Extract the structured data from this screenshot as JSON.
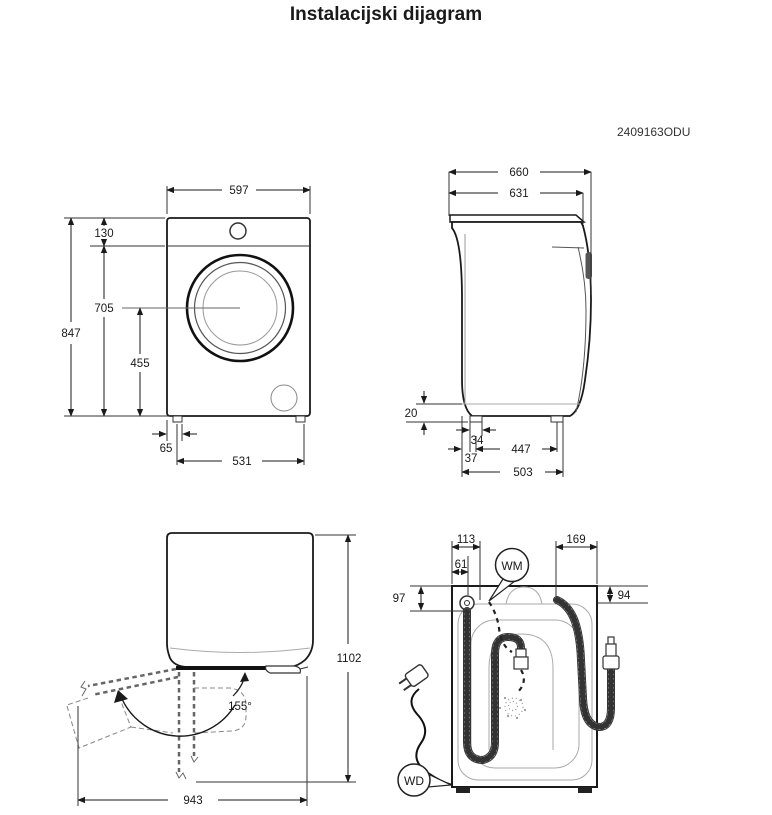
{
  "title": "Instalacijski dijagram",
  "document_code": "2409163ODU",
  "colors": {
    "title": "#101c54",
    "line": "#1a1a1a"
  },
  "front_view": {
    "dims": {
      "width": "597",
      "control_panel_height": "130",
      "door_center_height": "705",
      "total_height": "847",
      "door_bottom_height": "455",
      "foot_side_offset": "65",
      "feet_distance": "531"
    }
  },
  "side_view": {
    "dims": {
      "depth_with_door": "660",
      "depth_body": "631",
      "base_clearance": "20",
      "foot_width": "34",
      "feet_distance": "447",
      "rear_offset": "37",
      "base_length": "503"
    }
  },
  "door_open_view": {
    "dims": {
      "depth_door_open": "1102",
      "door_angle": "155°",
      "width_door_open": "943"
    }
  },
  "rear_view": {
    "dims": {
      "inlet_edge_offset": "113",
      "inlet_valve_offset": "61",
      "drain_edge_offset": "169",
      "inlet_top_offset": "97",
      "drain_top_offset": "94"
    },
    "labels": {
      "water_inlet": "WM",
      "drain": "WD"
    }
  }
}
